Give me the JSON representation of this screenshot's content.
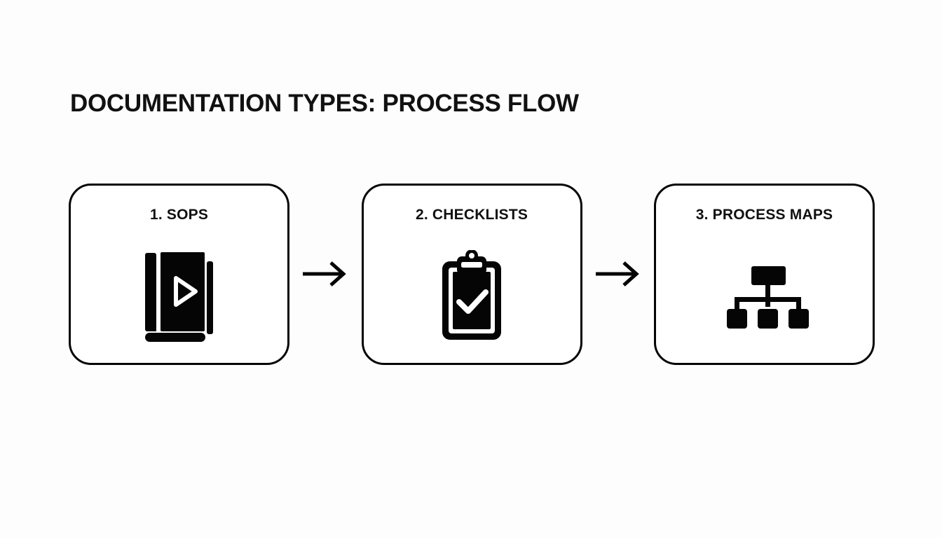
{
  "slide": {
    "title": "DOCUMENTATION TYPES: PROCESS FLOW",
    "background_color": "#fdfdfd",
    "ink_color": "#050505"
  },
  "flow": {
    "steps": [
      {
        "label": "1. SOPS",
        "icon": "book-play-icon"
      },
      {
        "label": "2. CHECKLISTS",
        "icon": "clipboard-check-icon"
      },
      {
        "label": "3. PROCESS MAPS",
        "icon": "org-chart-icon"
      }
    ],
    "connectors": [
      {
        "icon": "arrow-right-icon"
      },
      {
        "icon": "arrow-right-icon"
      }
    ]
  }
}
